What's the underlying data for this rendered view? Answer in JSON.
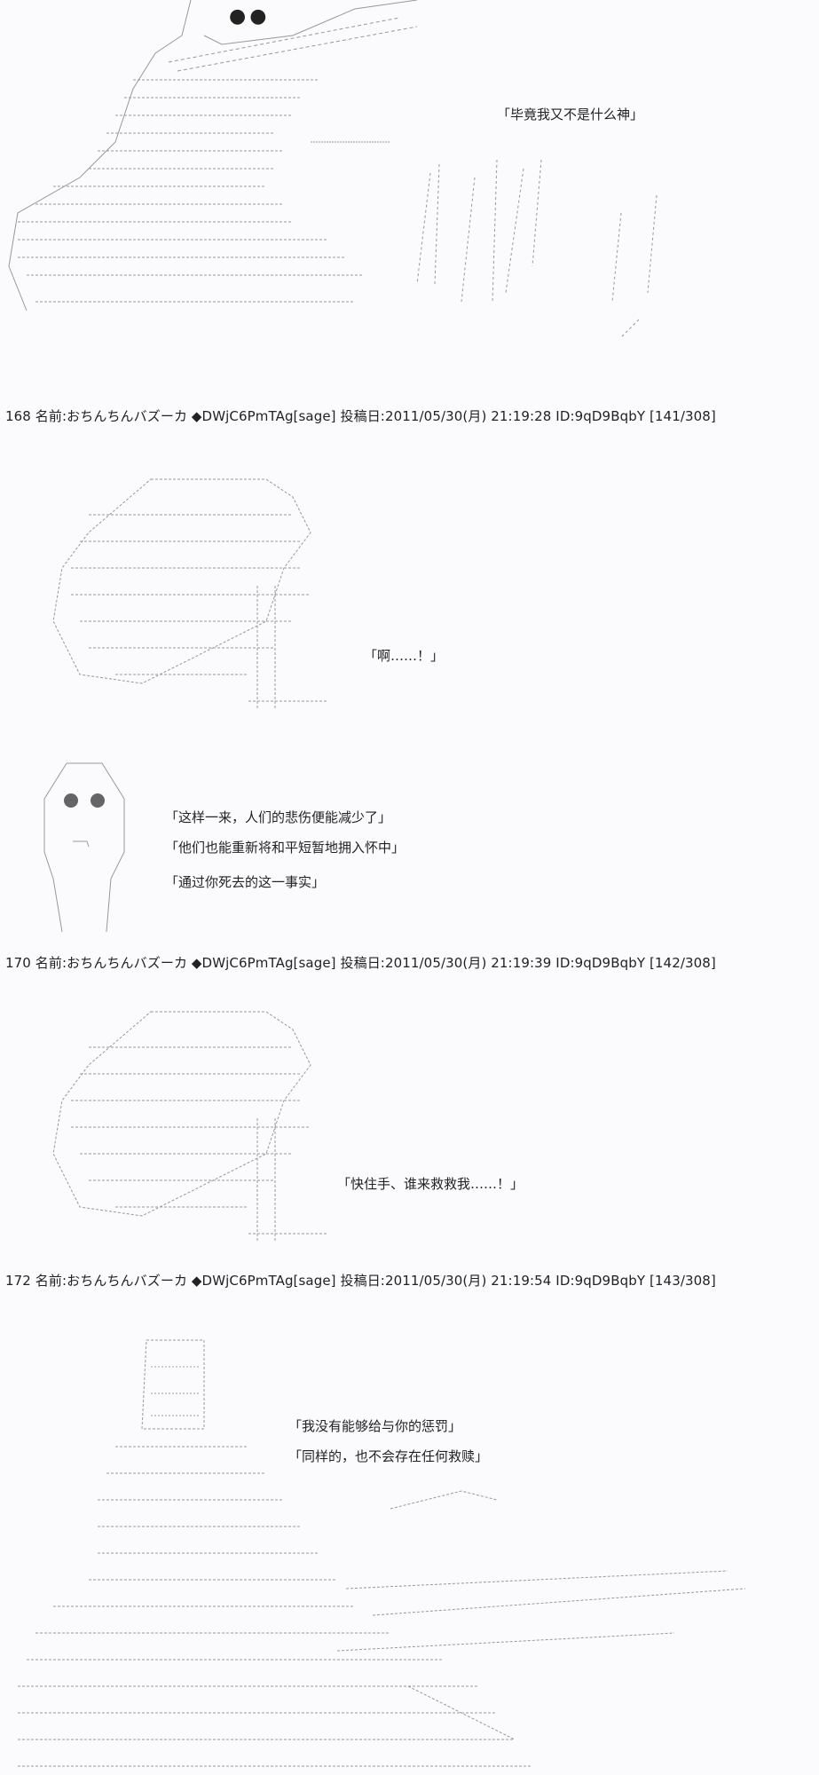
{
  "posts": [
    {
      "header": "168 名前:おちんちんバズーカ ◆DWjC6PmTAg[sage] 投稿日:2011/05/30(月) 21:19:28 ID:9qD9BqbY [141/308]"
    },
    {
      "header": "170 名前:おちんちんバズーカ ◆DWjC6PmTAg[sage] 投稿日:2011/05/30(月) 21:19:39 ID:9qD9BqbY [142/308]"
    },
    {
      "header": "172 名前:おちんちんバズーカ ◆DWjC6PmTAg[sage] 投稿日:2011/05/30(月) 21:19:54 ID:9qD9BqbY [143/308]"
    }
  ],
  "dialogue": [
    "「毕竟我又不是什么神」",
    "「啊……！」",
    "「这样一来，人们的悲伤便能减少了」",
    "「他们也能重新将和平短暂地拥入怀中」",
    "「通过你死去的这一事实」",
    "「快住手、谁来救救我……！」",
    "「我没有能够给与你的惩罚」",
    "「同样的，也不会存在任何救赎」"
  ],
  "colors": {
    "background": "#fbfbfd",
    "text": "#222222",
    "art": "#6a6a6a"
  }
}
